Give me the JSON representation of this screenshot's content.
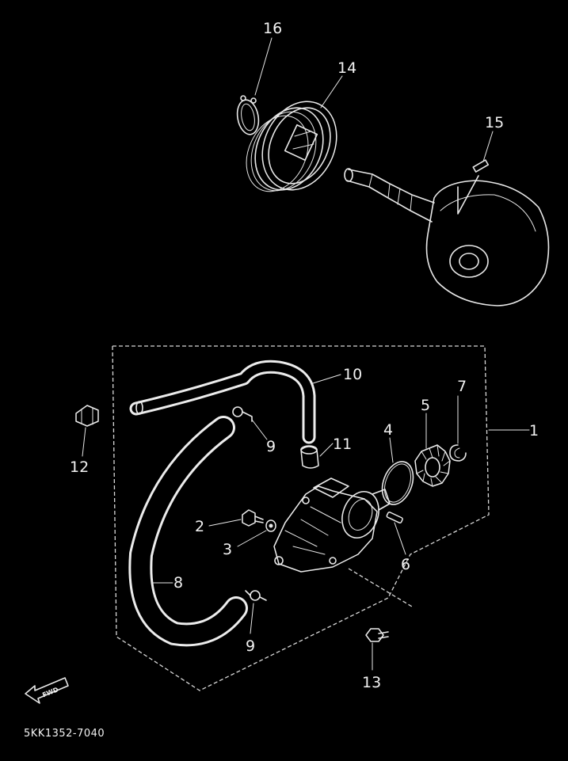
{
  "diagram": {
    "drawing_code": "5KK1352-7040",
    "direction_marker": "FWD",
    "callouts": [
      "1",
      "2",
      "3",
      "4",
      "5",
      "6",
      "7",
      "8",
      "9",
      "9",
      "10",
      "11",
      "12",
      "13",
      "14",
      "15",
      "16"
    ]
  }
}
